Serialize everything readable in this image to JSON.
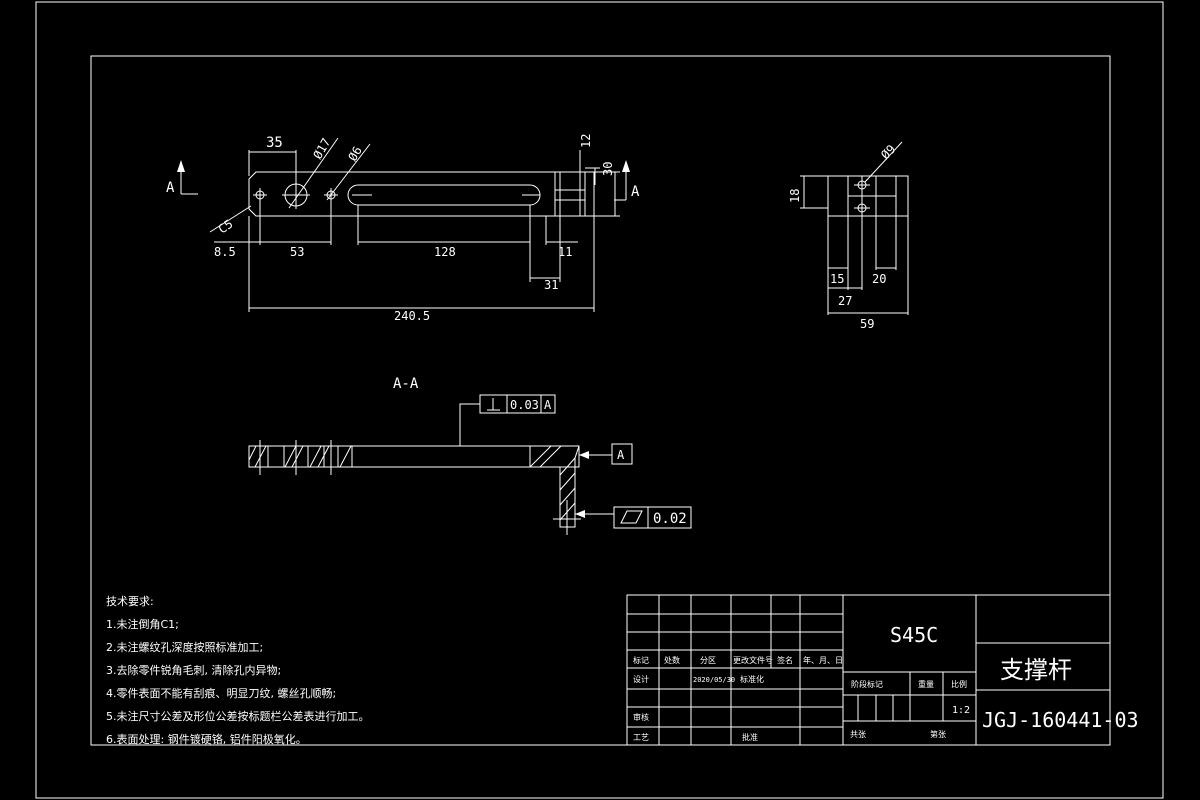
{
  "top_view": {
    "dims": {
      "d35": "35",
      "dia17": "Ø17",
      "dia6": "Ø6",
      "d12": "12",
      "d30": "30",
      "c5": "C5",
      "d8_5": "8.5",
      "d53": "53",
      "d128": "128",
      "d11": "11",
      "d31": "31",
      "d240_5": "240.5"
    },
    "section_mark_left": "A",
    "section_mark_right": "A"
  },
  "side_view": {
    "dims": {
      "dia9": "Ø9",
      "d18": "18",
      "d15": "15",
      "d20": "20",
      "d27": "27",
      "d59": "59"
    }
  },
  "section_view": {
    "title": "A-A",
    "perpendicularity_value": "0.03",
    "perpendicularity_datum": "A",
    "datum_label": "A",
    "flatness_value": "0.02"
  },
  "technical_requirements": {
    "title": "技术要求:",
    "items": [
      "1.未注倒角C1;",
      "2.未注螺纹孔深度按照标准加工;",
      "3.去除零件锐角毛刺, 清除孔内异物;",
      "4.零件表面不能有刮痕、明显刀纹, 螺丝孔顺畅;",
      "5.未注尺寸公差及形位公差按标题栏公差表进行加工。",
      "6.表面处理: 钢件镀硬铬, 铝件阳极氧化。"
    ]
  },
  "title_block": {
    "material": "S45C",
    "part_name": "支撑杆",
    "drawing_number": "JGJ-160441-03",
    "scale": "1:2",
    "header": [
      "标记",
      "处数",
      "分区",
      "更改文件号",
      "签名",
      "年、月、日"
    ],
    "design_label": "设计",
    "design_date": "2020/05/30",
    "standardization_label": "标准化",
    "review_label": "审核",
    "process_label": "工艺",
    "approve_label": "批准",
    "stage_mark_label": "阶段标记",
    "weight_label": "重量",
    "scale_label": "比例",
    "sheets_total": "共张",
    "sheet_no": "第张"
  }
}
